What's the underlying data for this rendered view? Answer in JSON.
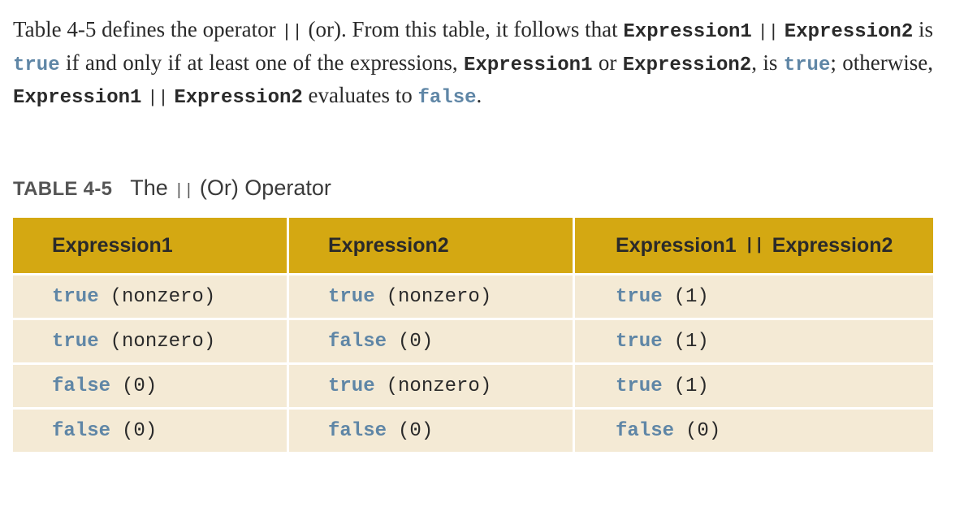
{
  "paragraph": {
    "t1": "Table 4-5 defines the operator ",
    "op": "||",
    "t2": " (or). From this table, it follows that ",
    "expr1": "Expression1",
    "op2": "||",
    "expr2": "Expression2",
    "t3": " is ",
    "kw_true": "true",
    "t4": " if and only if at least one of the expressions, ",
    "expr1b": "Expression1",
    "t5": " or ",
    "expr2b": "Expression2",
    "t6": ", is ",
    "kw_true2": "true",
    "t7": "; otherwise, ",
    "expr1c": "Expression1",
    "op3": "||",
    "expr2c": "Expression2",
    "t8": " evaluates to ",
    "kw_false": "false",
    "t9": "."
  },
  "caption": {
    "label": "TABLE 4-5",
    "pre": "The ",
    "op": "||",
    "post": " (Or) Operator"
  },
  "table": {
    "headers": {
      "col1": "Expression1",
      "col2": "Expression2",
      "col3_a": "Expression1",
      "col3_op": "||",
      "col3_b": "Expression2"
    },
    "rows": [
      {
        "c1v": "true",
        "c1n": "(nonzero)",
        "c2v": "true",
        "c2n": "(nonzero)",
        "c3v": "true",
        "c3n": "(1)"
      },
      {
        "c1v": "true",
        "c1n": "(nonzero)",
        "c2v": "false",
        "c2n": "(0)",
        "c3v": "true",
        "c3n": "(1)"
      },
      {
        "c1v": "false",
        "c1n": "(0)",
        "c2v": "true",
        "c2n": "(nonzero)",
        "c3v": "true",
        "c3n": "(1)"
      },
      {
        "c1v": "false",
        "c1n": "(0)",
        "c2v": "false",
        "c2n": "(0)",
        "c3v": "false",
        "c3n": "(0)"
      }
    ]
  },
  "colors": {
    "header_bg": "#d4a812",
    "row_bg": "#f4ead5",
    "keyword": "#5f86a6"
  }
}
